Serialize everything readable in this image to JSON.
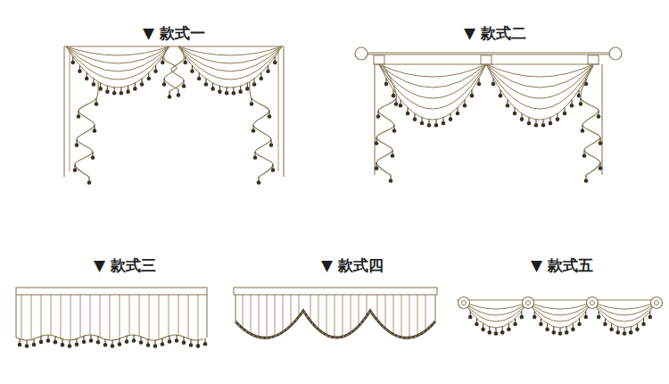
{
  "diagram": {
    "labels": [
      "▼ 款式一",
      "▼ 款式二",
      "▼ 款式三",
      "▼ 款式四",
      "▼ 款式五"
    ]
  }
}
